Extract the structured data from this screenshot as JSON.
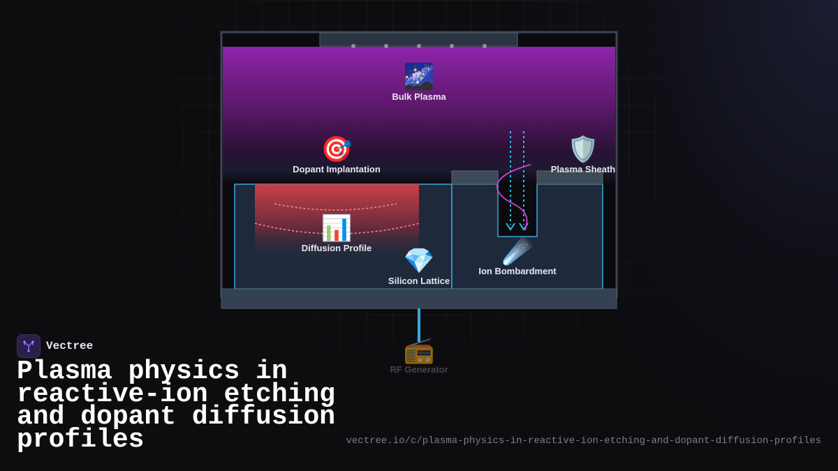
{
  "brand": {
    "name": "Vectree",
    "logo_icon": "tree-icon",
    "accent": "#8b5cf6"
  },
  "title": "Plasma physics in reactive-ion etching and dopant diffusion profiles",
  "url": "vectree.io/c/plasma-physics-in-reactive-ion-etching-and-dopant-diffusion-profiles",
  "diagram": {
    "nodes": [
      {
        "id": "bulk_plasma",
        "label": "Bulk Plasma",
        "icon": "🌌"
      },
      {
        "id": "dopant_implantation",
        "label": "Dopant Implantation",
        "icon": "🎯"
      },
      {
        "id": "plasma_sheath",
        "label": "Plasma Sheath",
        "icon": "🛡️"
      },
      {
        "id": "diffusion_profile",
        "label": "Diffusion Profile",
        "icon": "📊"
      },
      {
        "id": "silicon_lattice",
        "label": "Silicon Lattice",
        "icon": "💎"
      },
      {
        "id": "ion_bombardment",
        "label": "Ion Bombardment",
        "icon": "☄️"
      },
      {
        "id": "rf_generator",
        "label": "RF Generator",
        "icon": "📻"
      }
    ],
    "colors": {
      "plasma": "#8e24aa",
      "ion_path": "#29c5e6",
      "electron_path": "#d63fd6",
      "outline": "#3ba7dc",
      "substrate": "#334152",
      "doped_region": "#c0404a"
    }
  }
}
